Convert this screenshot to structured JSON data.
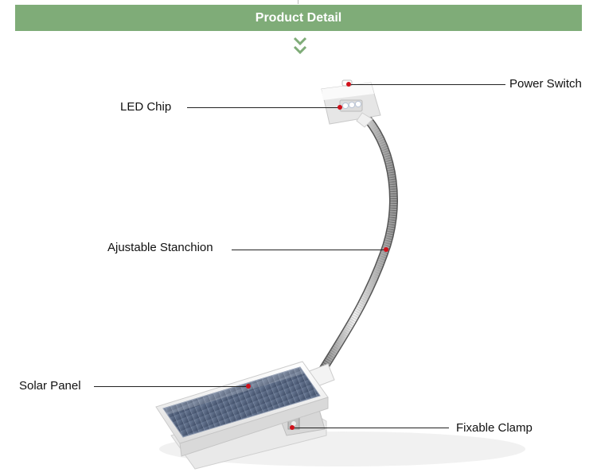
{
  "header": {
    "title": "Product Detail"
  },
  "icons": {
    "scroll_down": "double-chevron-down-icon"
  },
  "colors": {
    "banner": "#7fac78",
    "callout_dot": "#d0101a",
    "callout_line": "#222222"
  },
  "callouts": {
    "power_switch": "Power Switch",
    "led_chip": "LED Chip",
    "stanchion": "Ajustable Stanchion",
    "solar_panel": "Solar Panel",
    "clamp": "Fixable Clamp"
  }
}
